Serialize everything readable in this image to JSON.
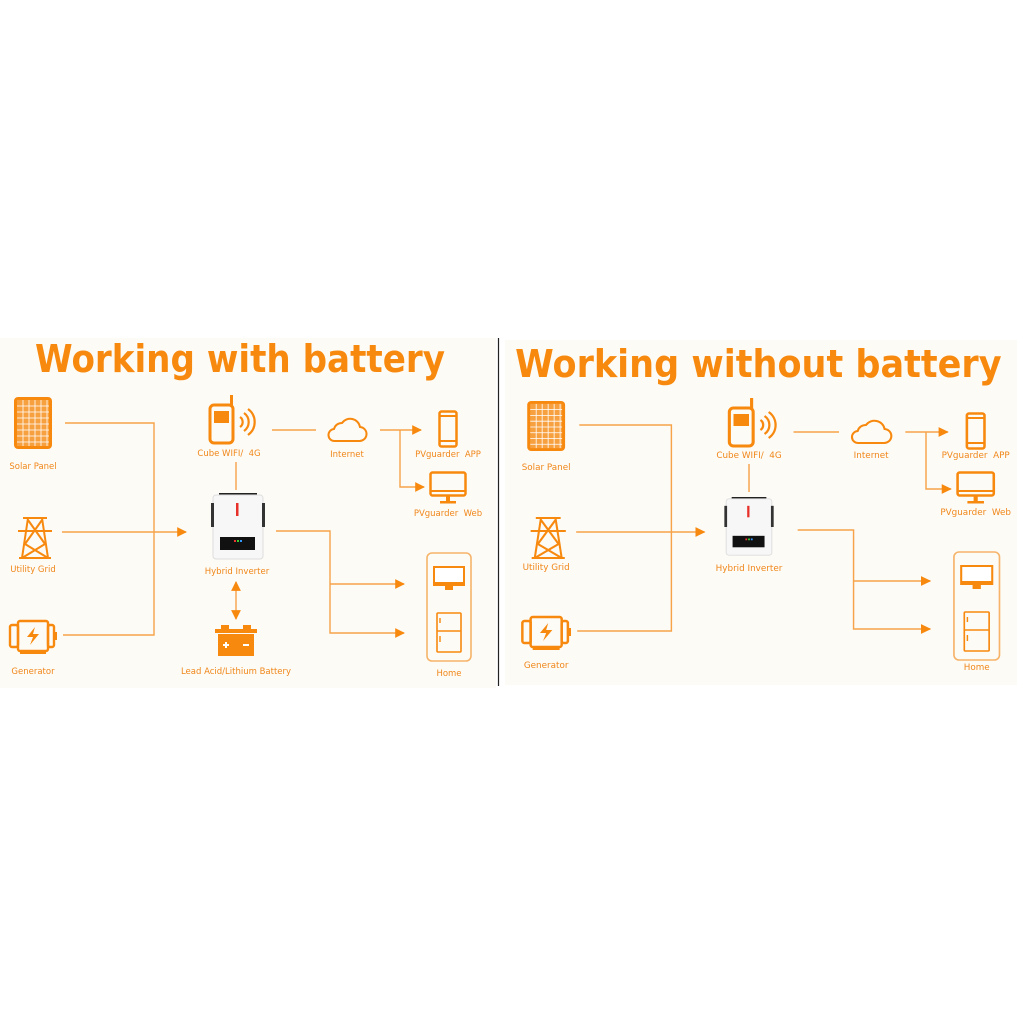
{
  "colors": {
    "accent": "#f7890f",
    "line": "#f6a34a",
    "background": "#fdfbf6",
    "divider": "#222222"
  },
  "left": {
    "title": "Working with battery",
    "solar": "Solar Panel",
    "grid": "Utility Grid",
    "generator": "Generator",
    "wifi": "Cube WIFI/  4G",
    "internet": "Internet",
    "app": "PVguarder  APP",
    "web": "PVguarder  Web",
    "inverter": "Hybrid Inverter",
    "battery": "Lead Acid/Lithium Battery",
    "home": "Home"
  },
  "right": {
    "title": "Working without battery",
    "solar": "Solar Panel",
    "grid": "Utility Grid",
    "generator": "Generator",
    "wifi": "Cube WIFI/  4G",
    "internet": "Internet",
    "app": "PVguarder  APP",
    "web": "PVguarder  Web",
    "inverter": "Hybrid Inverter",
    "home": "Home"
  }
}
